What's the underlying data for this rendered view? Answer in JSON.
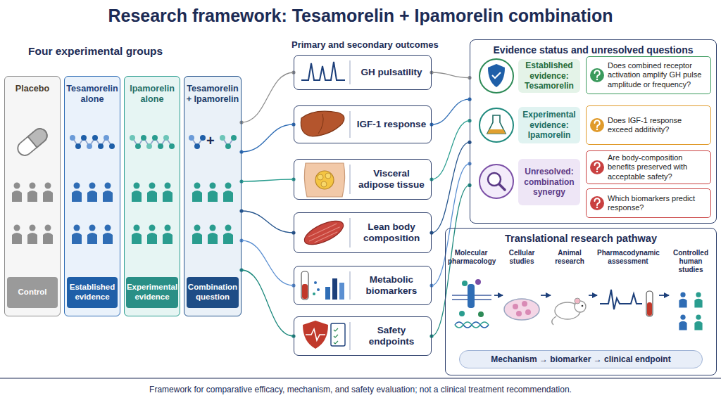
{
  "diagram": {
    "title": "Research framework: Tesamorelin + Ipamorelin combination",
    "caption": "Framework for comparative efficacy, mechanism, and safety evaluation; not a clinical treatment recommendation.",
    "nodes": [
      {
        "text": [
          "Placebo"
        ]
      },
      {
        "text": [
          "Control"
        ],
        "in": 0
      },
      {
        "text": [
          "Tesamorelin alone"
        ]
      },
      {
        "text": [
          "Established evidence"
        ],
        "in": 2
      },
      {
        "text": [
          "Ipamorelin alone"
        ]
      },
      {
        "text": [
          "Experimental evidence"
        ],
        "in": 4
      },
      {
        "text": [
          "Tesamorelin + Ipamorelin"
        ]
      },
      {
        "text": [
          "Combination question"
        ],
        "in": 6
      },
      {
        "text": [
          "GH pulsatility"
        ]
      },
      {
        "text": [
          "IGF-1 response"
        ]
      },
      {
        "text": [
          "Visceral adipose tissue"
        ]
      },
      {
        "text": [
          "Lean body composition"
        ]
      },
      {
        "text": [
          "Metabolic biomarkers"
        ]
      },
      {
        "text": [
          "Safety endpoints"
        ]
      },
      {
        "text": [
          "Evidence status and unresolved questions"
        ]
      },
      {
        "text": [
          "Established evidence: Tesamorelin"
        ],
        "in": 14
      },
      {
        "text": [
          "Does combined receptor activation amplify GH pulse amplitude or frequency?"
        ],
        "in": 14
      },
      {
        "text": [
          "Experimental evidence: Ipamorelin"
        ],
        "in": 14
      },
      {
        "text": [
          "Does IGF-1 response exceed additivity?"
        ],
        "in": 14
      },
      {
        "text": [
          "Unresolved: combination synergy"
        ],
        "in": 14
      },
      {
        "text": [
          "Are body-composition benefits preserved with acceptable safety?"
        ],
        "in": 14
      },
      {
        "text": [
          "Which biomarkers predict response?"
        ],
        "in": 14
      },
      {
        "text": [
          "Translational research pathway"
        ]
      },
      {
        "text": [
          "Molecular pharmacology"
        ],
        "in": 22
      },
      {
        "text": [
          "Cellular studies"
        ],
        "in": 22
      },
      {
        "text": [
          "Animal research"
        ],
        "in": 22
      },
      {
        "text": [
          "Pharmacodynamic assessment"
        ],
        "in": 22
      },
      {
        "text": [
          "Controlled human studies"
        ],
        "in": 22
      },
      {
        "text": [
          "Mechanism → biomarker → clinical endpoint"
        ],
        "in": 22
      }
    ],
    "edges": [
      {
        "from": 6,
        "to": 8,
        "arrow": "none"
      },
      {
        "from": 6,
        "to": 9,
        "arrow": "none"
      },
      {
        "from": 6,
        "to": 10,
        "arrow": "none"
      },
      {
        "from": 6,
        "to": 11,
        "arrow": "none"
      },
      {
        "from": 6,
        "to": 12,
        "arrow": "none"
      },
      {
        "from": 6,
        "to": 13,
        "arrow": "none"
      },
      {
        "from": 8,
        "to": 14,
        "arrow": "none"
      },
      {
        "from": 9,
        "to": 14,
        "arrow": "none"
      },
      {
        "from": 10,
        "to": 14,
        "arrow": "none"
      },
      {
        "from": 11,
        "to": 14,
        "arrow": "none"
      },
      {
        "from": 12,
        "to": 14,
        "arrow": "none"
      },
      {
        "from": 13,
        "to": 14,
        "arrow": "none"
      },
      {
        "from": 23,
        "to": 24,
        "arrow": "to"
      },
      {
        "from": 24,
        "to": 25,
        "arrow": "to"
      },
      {
        "from": 25,
        "to": 26,
        "arrow": "to"
      },
      {
        "from": 26,
        "to": 27,
        "arrow": "to"
      }
    ],
    "labels": [
      "Four experimental groups",
      "Primary and secondary outcomes",
      "+"
    ]
  }
}
